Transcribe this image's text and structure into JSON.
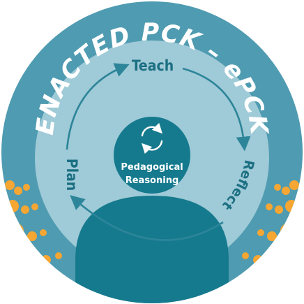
{
  "title": "ENACTED PCK – ePCK",
  "cycle": {
    "teach": "Teach",
    "reflect": "Reflect",
    "plan": "Plan"
  },
  "center": {
    "line1": "Pedagogical",
    "line2": "Reasoning"
  },
  "colors": {
    "outer_ring": "#4f9bb1",
    "inner_disc": "#9fcad7",
    "teal": "#167a8e",
    "arrow": "#2d8599",
    "label": "#1b6f82",
    "accent": "#f5a633"
  }
}
